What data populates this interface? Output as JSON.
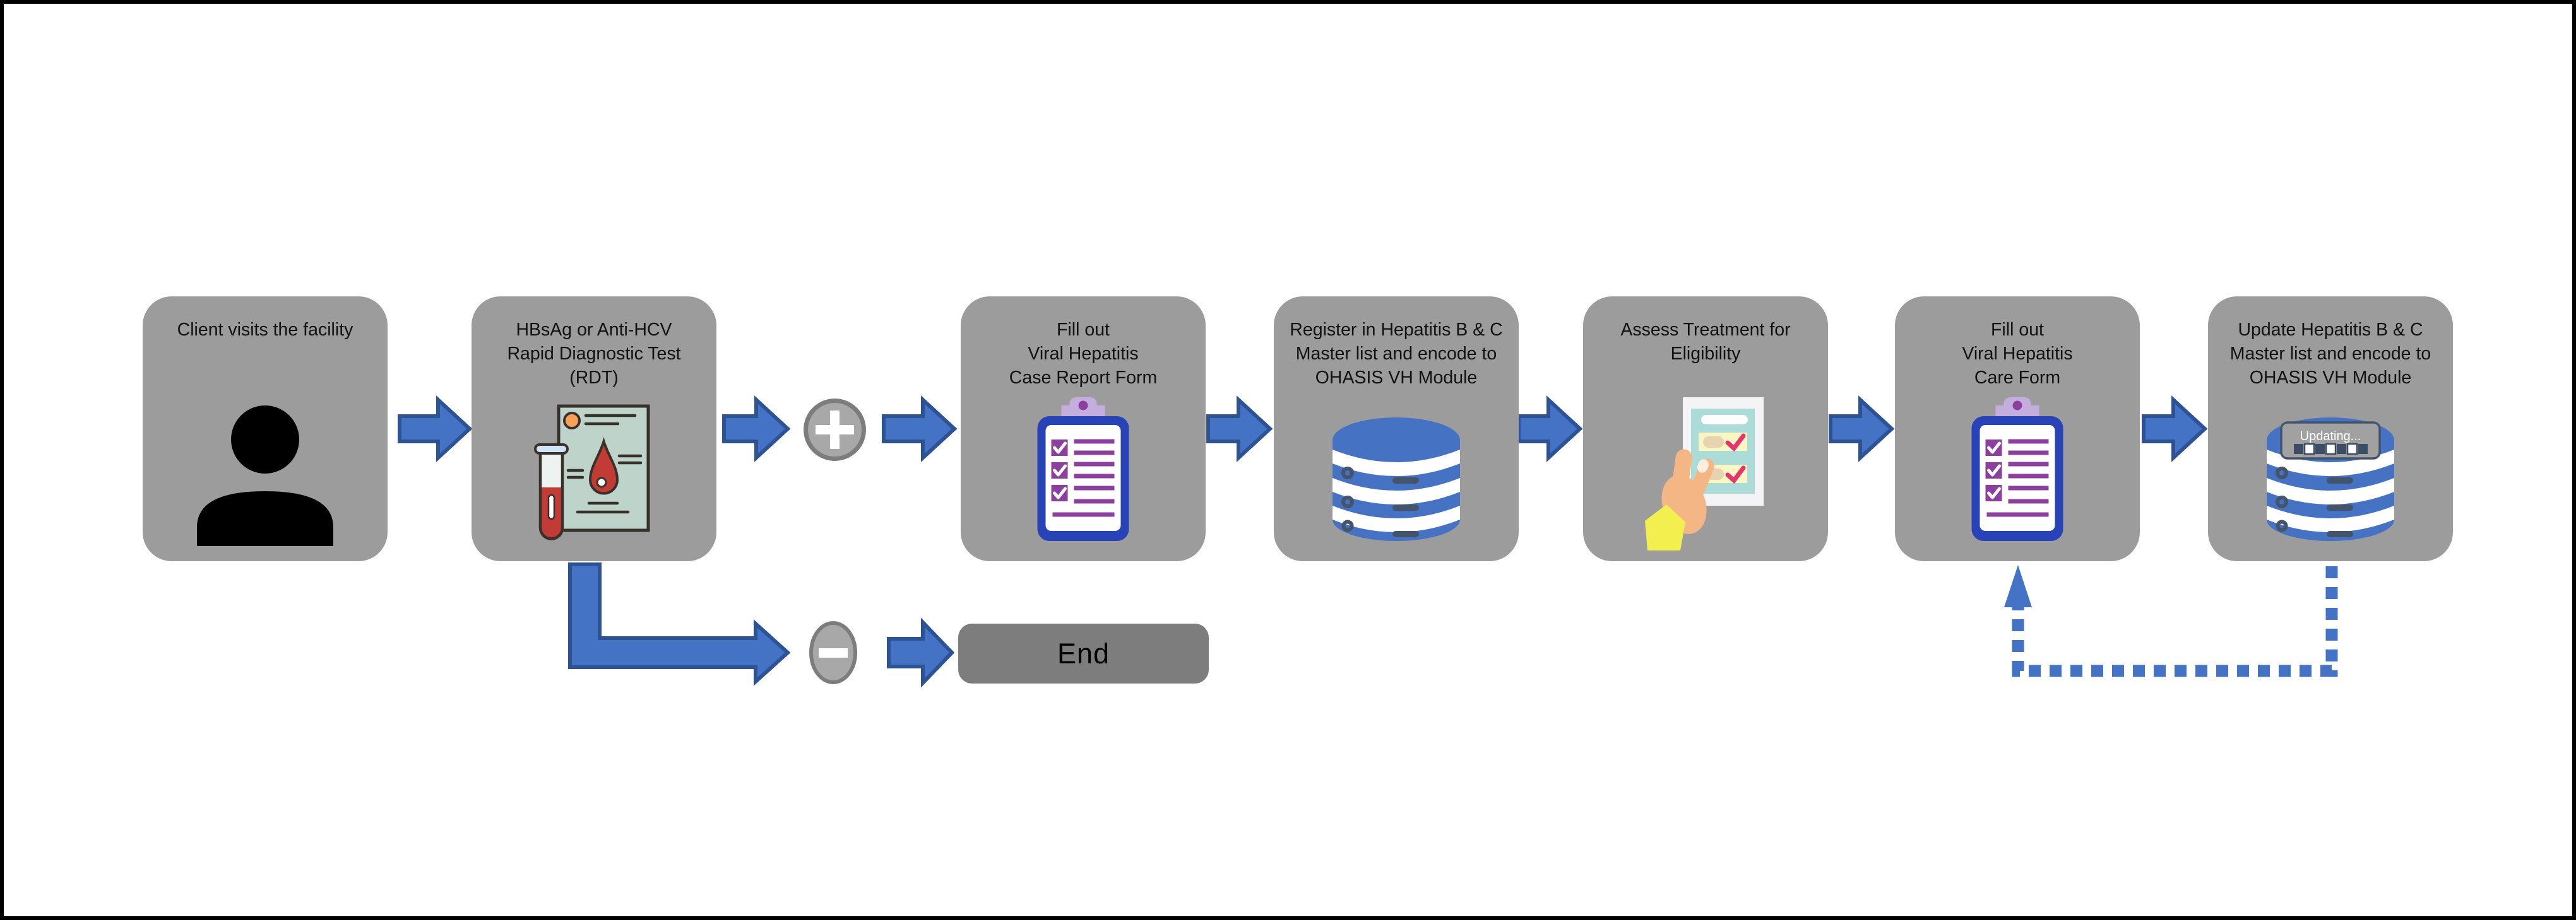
{
  "flow": {
    "steps": [
      {
        "label": "Client visits the facility",
        "icon": "person-icon"
      },
      {
        "label": "HBsAg or Anti-HCV\nRapid Diagnostic Test\n(RDT)",
        "icon": "blood-test-icon"
      },
      {
        "label": "Fill out\nViral Hepatitis\nCase Report Form",
        "icon": "clipboard-checklist-icon"
      },
      {
        "label": "Register in Hepatitis B & C\nMaster list and encode to\nOHASIS VH Module",
        "icon": "database-icon"
      },
      {
        "label": "Assess Treatment for\nEligibility",
        "icon": "hand-checklist-icon"
      },
      {
        "label": "Fill out\nViral Hepatitis\nCare Form",
        "icon": "clipboard-checklist-icon"
      },
      {
        "label": "Update Hepatitis B & C\nMaster list and encode to\nOHASIS VH Module",
        "icon": "database-updating-icon",
        "db_status": "Updating..."
      }
    ],
    "end_label": "End",
    "branch_positive": "plus",
    "branch_negative": "minus"
  },
  "colors": {
    "step_gray": "#9c9c9c",
    "end_gray": "#7d7d7d",
    "arrow_blue": "#4472c4",
    "arrow_border": "#2e5395",
    "badge_gray": "#a8a8a8",
    "badge_border": "#7d7d7d",
    "database_blue": "#4672c4",
    "database_navy": "#44546a",
    "clipboard_blue": "#2843b8",
    "checklist_purple": "#8d3fa0",
    "clip_lavender": "#c4aedd",
    "blood_red": "#c23b35",
    "skin": "#f5b685",
    "sleeve_yellow": "#f2ef4e"
  }
}
